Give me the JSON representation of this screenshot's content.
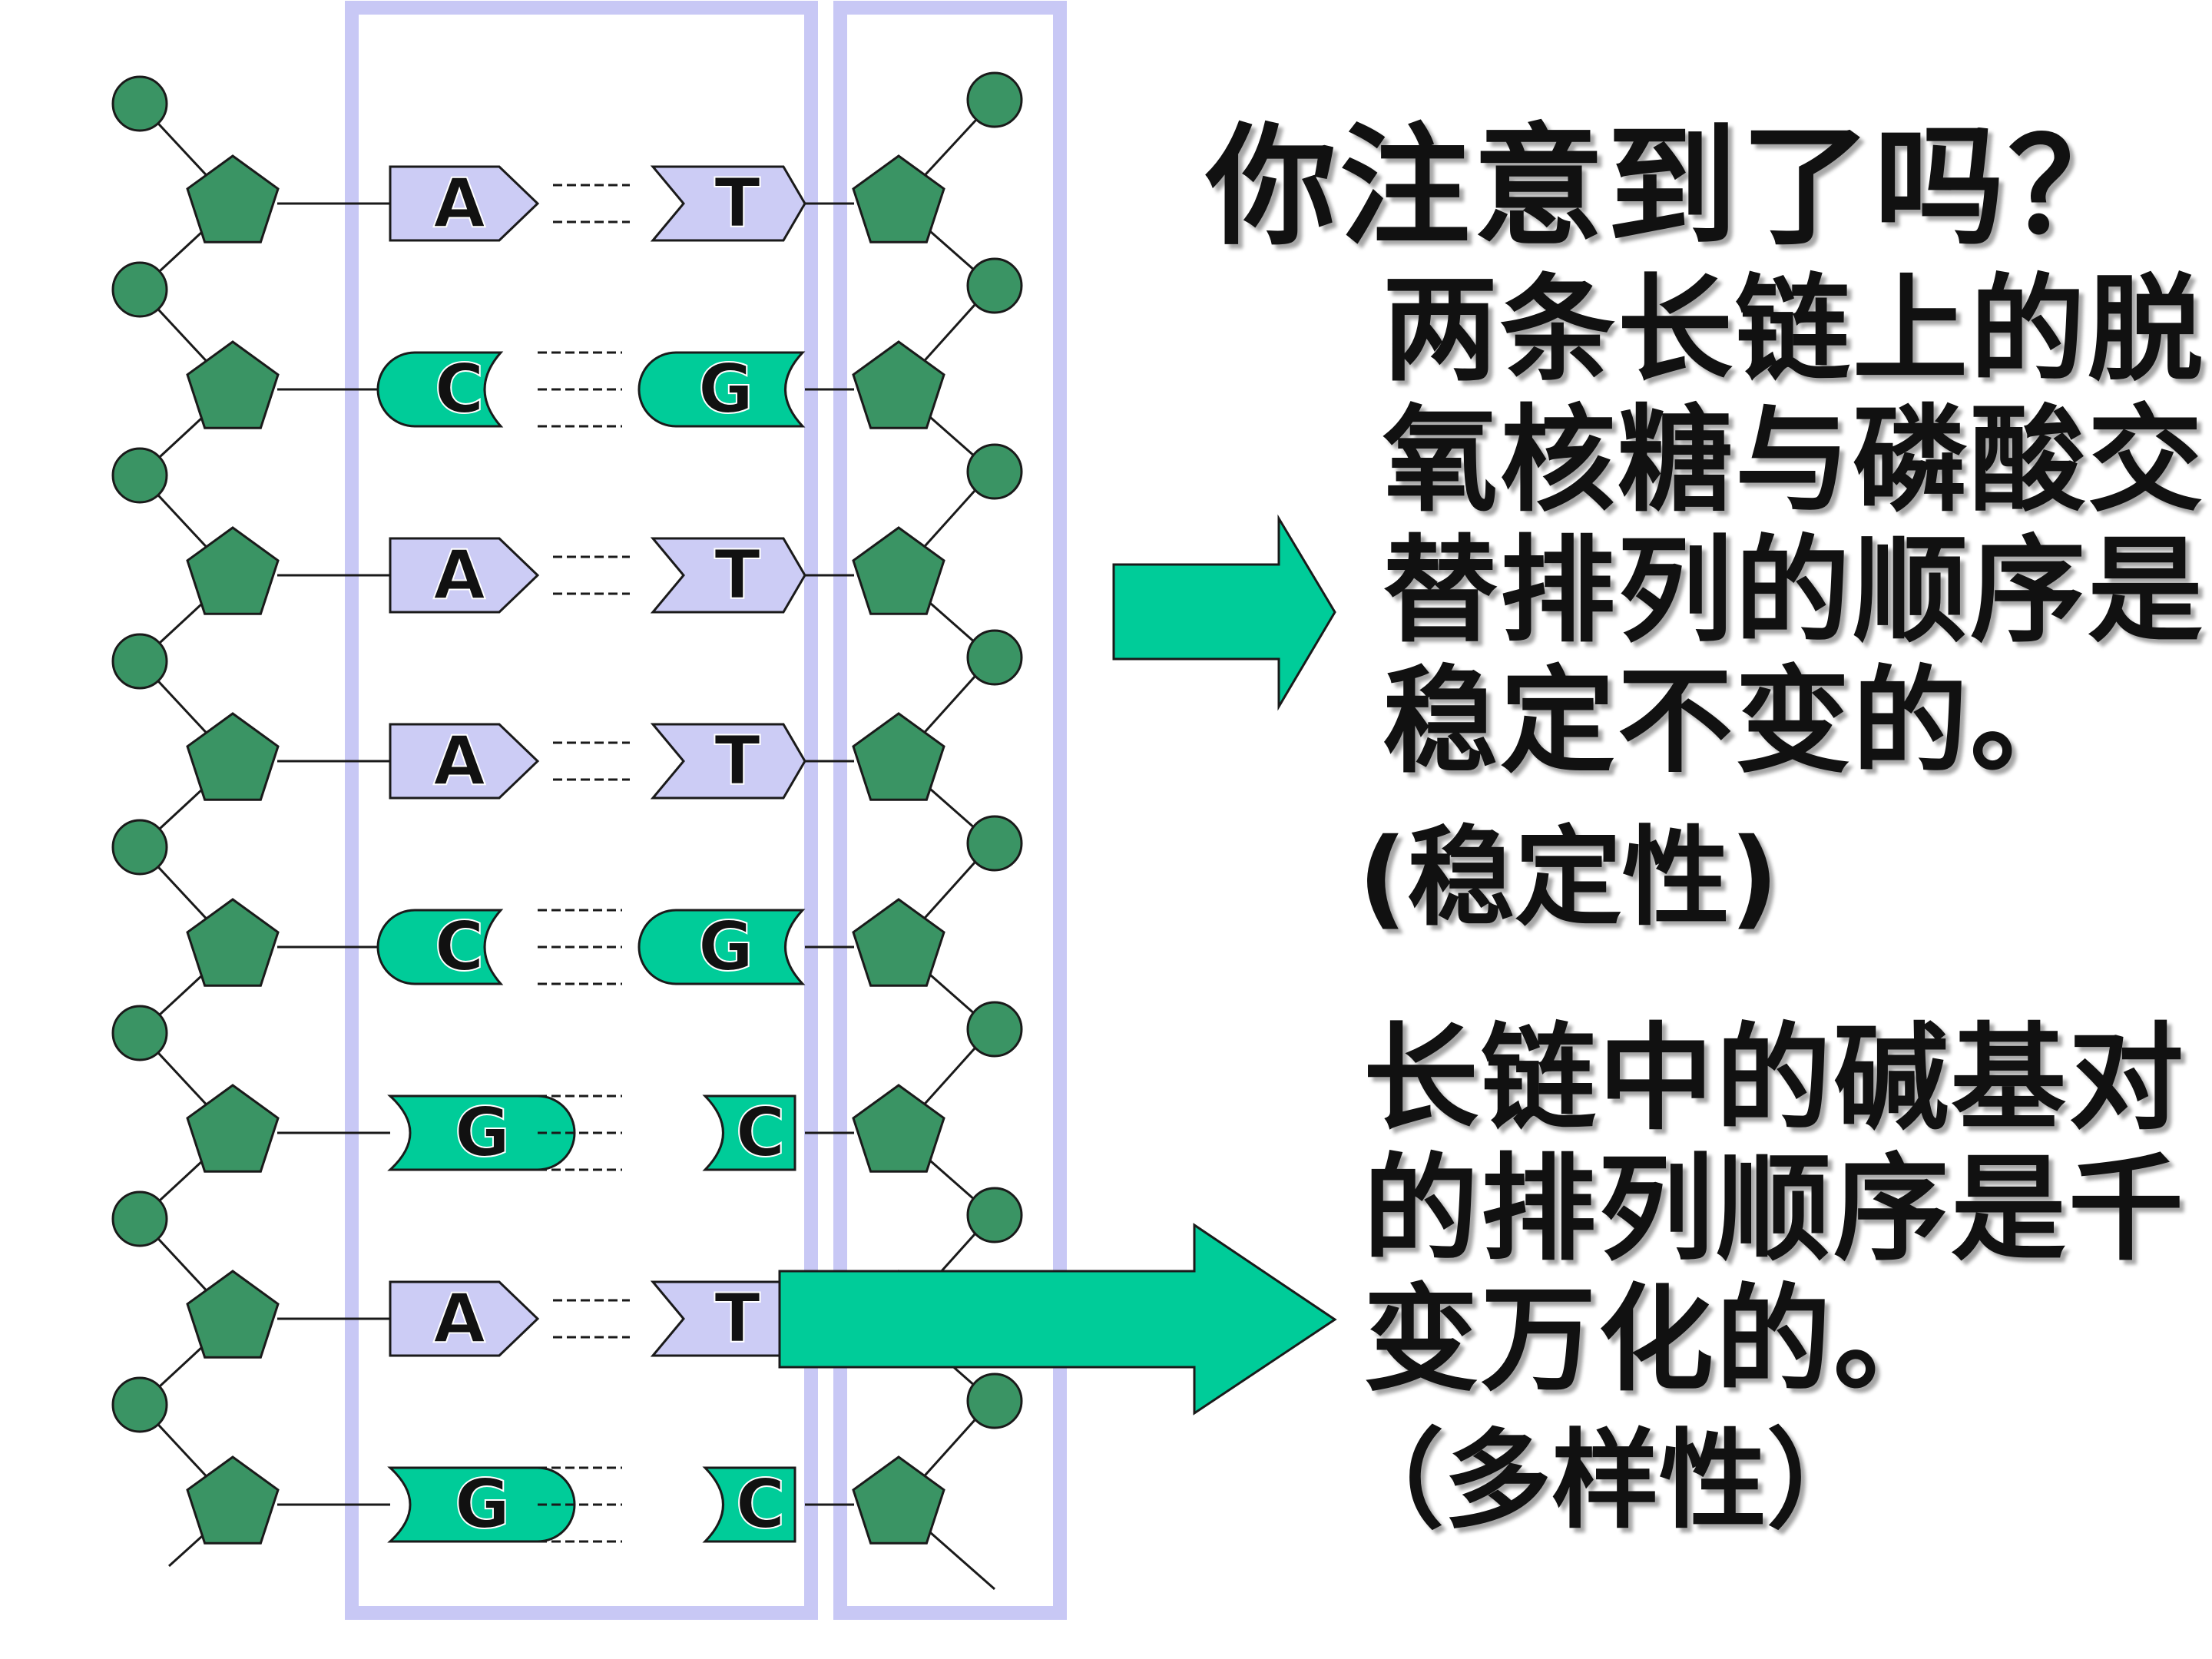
{
  "title": "你注意到了吗？",
  "stability": {
    "lines": [
      "两条长链上的脱",
      "氧核糖与磷酸交",
      "替排列的顺序是",
      "稳定不变的。"
    ],
    "note": "(稳定性)"
  },
  "diversity": {
    "lines": [
      "长链中的碱基对",
      "的排列顺序是千",
      "变万化的。"
    ],
    "note": "（多样性）"
  },
  "base_pairs": [
    {
      "left": "A",
      "right": "T"
    },
    {
      "left": "C",
      "right": "G"
    },
    {
      "left": "A",
      "right": "T"
    },
    {
      "left": "A",
      "right": "T"
    },
    {
      "left": "C",
      "right": "G"
    },
    {
      "left": "G",
      "right": "C"
    },
    {
      "left": "A",
      "right": "T"
    },
    {
      "left": "G",
      "right": "C"
    }
  ],
  "colors": {
    "phosphate": "#3a9464",
    "sugar": "#3a9464",
    "purine_AT": "#ccccf5",
    "CG_base": "#00cc99",
    "arrow": "#00cc99",
    "column_frame": "#c8c8f5"
  }
}
